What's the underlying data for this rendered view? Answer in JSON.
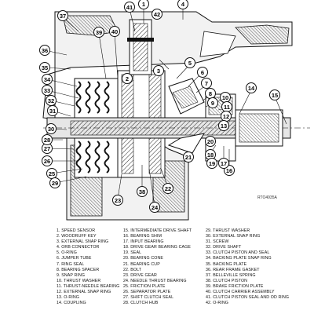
{
  "figure": {
    "id": "RTO4935A"
  },
  "callouts": [
    "1",
    "2",
    "3",
    "4",
    "5",
    "6",
    "7",
    "8",
    "9",
    "10",
    "11",
    "12",
    "13",
    "14",
    "15",
    "16",
    "17",
    "18",
    "19",
    "20",
    "21",
    "22",
    "23",
    "24",
    "25",
    "26",
    "27",
    "28",
    "29",
    "30",
    "31",
    "32",
    "33",
    "34",
    "35",
    "36",
    "37",
    "38",
    "39",
    "40",
    "41",
    "42"
  ],
  "legend": {
    "col1": [
      "1. Speed sensor",
      "2. Woodruff key",
      "3. External snap ring",
      "4. ORB connector",
      "5. O-ring",
      "6. Jumper tube",
      "7. Ring seal",
      "8. Bearing spacer",
      "9. Snap ring",
      "10. Thrust washer",
      "11. Thrust-needle bearing",
      "12. External snap ring",
      "13. O-ring",
      "14. Coupling"
    ],
    "col2": [
      "15. Intermediate drive shaft",
      "16. Bearing shim",
      "17. Input bearing",
      "18. Drive gear bearing cage",
      "19. Seal",
      "20. Bearing cone",
      "21. Bearing cup",
      "22. Bolt",
      "23. Drive gear",
      "24. Needle thrust bearing",
      "25. Friction plate",
      "26. Separator plate",
      "27. Shift clutch seal",
      "28. Clutch hub"
    ],
    "col3": [
      "29. Thrust washer",
      "30. External snap ring",
      "31. Screw",
      "32. Drive shaft",
      "33. Clutch piston and seal",
      "34. Backing plate snap ring",
      "35. Backing plate",
      "36. Rear frame gasket",
      "37. Belleville spring",
      "38. Clutch piston",
      "39. Brake friction plate",
      "40. Clutch carrier assembly",
      "41. Clutch piston seal and OD ring",
      "42. O-ring"
    ]
  }
}
